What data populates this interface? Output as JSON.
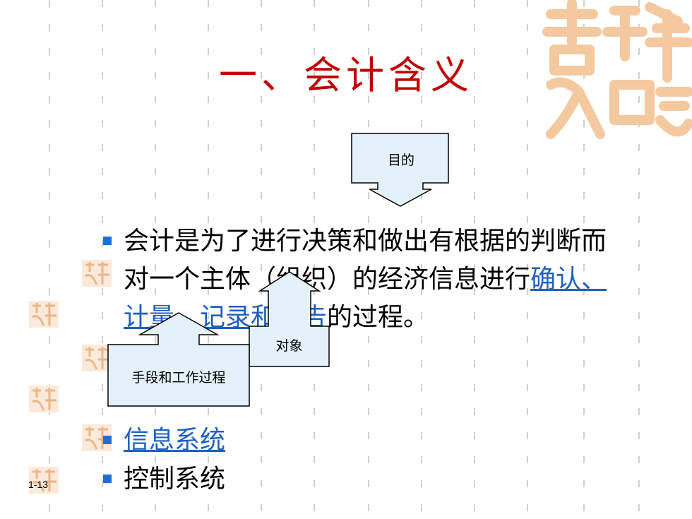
{
  "slide": {
    "title": "一、会计含义",
    "definition": {
      "line1": "会计是为了进行决策和做出有根据的判断而",
      "line2_plain": "对一个主体（组织）的经济信息进行",
      "line2_link": "确认、",
      "line3_link": "计量、记录和报告",
      "line3_plain": "的过程。"
    },
    "callouts": {
      "purpose": "目的",
      "object": "对象",
      "means": "手段和工作过程"
    },
    "bullets": [
      {
        "label": "信息系统",
        "is_link": true
      },
      {
        "label": "控制系统",
        "is_link": false
      }
    ],
    "page_number": "1-13",
    "colors": {
      "title": "#c00000",
      "bullet": "#1f6fd1",
      "link": "#1f5fbf",
      "callout_fill": "#e4f1fb",
      "seal": "#f4c9a0"
    }
  }
}
